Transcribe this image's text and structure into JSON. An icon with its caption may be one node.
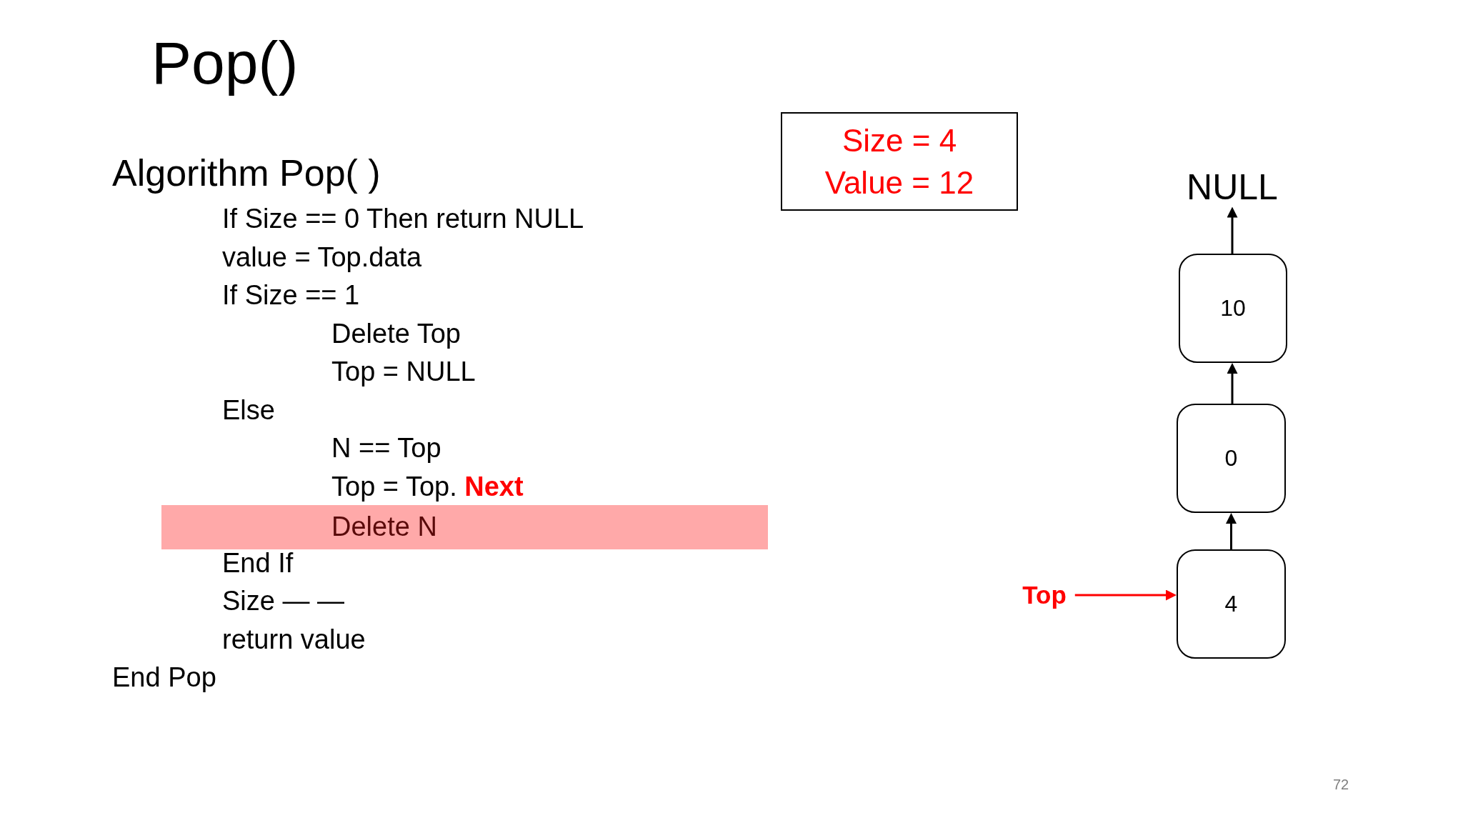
{
  "diagram": {
    "title": "Pop()",
    "nodes": [
      {
        "text": [
          "Size = 4",
          "Value = 12"
        ]
      },
      {
        "text": [
          "NULL"
        ]
      },
      {
        "text": [
          "10"
        ]
      },
      {
        "text": [
          "0"
        ]
      },
      {
        "text": [
          "Delete N"
        ]
      },
      {
        "text": [
          "Top"
        ]
      },
      {
        "text": [
          "4"
        ]
      }
    ],
    "edges": [
      {
        "from": 2,
        "to": 1,
        "arrow": "to"
      },
      {
        "from": 3,
        "to": 2,
        "arrow": "to"
      },
      {
        "from": 6,
        "to": 3,
        "arrow": "to"
      },
      {
        "from": 5,
        "to": 6,
        "arrow": "to",
        "color": "#ff0000"
      }
    ],
    "labels": [
      "Algorithm Pop( )",
      "If Size == 0 Then return NULL",
      "value = Top.data",
      "If Size == 1",
      "Delete Top",
      "Top = NULL",
      "Else",
      "N == Top",
      "Top = Top. **Next**",
      "End If",
      "Size — —",
      "return value",
      "End Pop",
      "72"
    ]
  }
}
